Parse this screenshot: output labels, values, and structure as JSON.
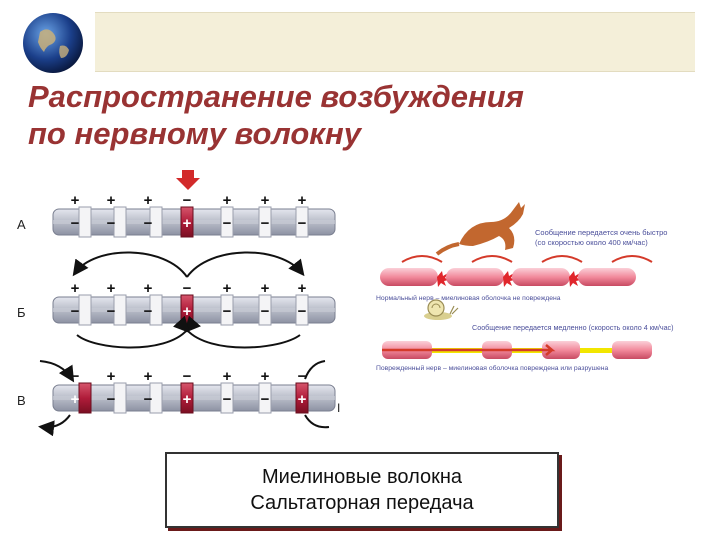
{
  "slide": {
    "title_line1": "Распространение возбуждения",
    "title_line2": "по нервному волокну",
    "caption_line1": "Миелиновые волокна",
    "caption_line2": "Сальтаторная передача"
  },
  "diagram": {
    "row_labels": [
      "А",
      "Б",
      "В"
    ],
    "plus_sign": "+",
    "minus_sign": "−",
    "right_marker": "I"
  },
  "illustration": {
    "fast_message": "Сообщение передается очень быстро",
    "fast_speed": "(со скоростью около 400 км/час)",
    "normal_label": "Нормальный нерв – миелиновая оболочка не повреждена",
    "slow_message": "Сообщение передается медленно (скорость около 4 км/час)",
    "damaged_label": "Поврежденный нерв – миелиновая оболочка повреждена или разрушена"
  },
  "colors": {
    "title": "#993333",
    "fiber": "#b8bcc8",
    "node": "#b01c3a",
    "sausage": "#f28a9c",
    "axon_yellow": "#f2e600"
  }
}
